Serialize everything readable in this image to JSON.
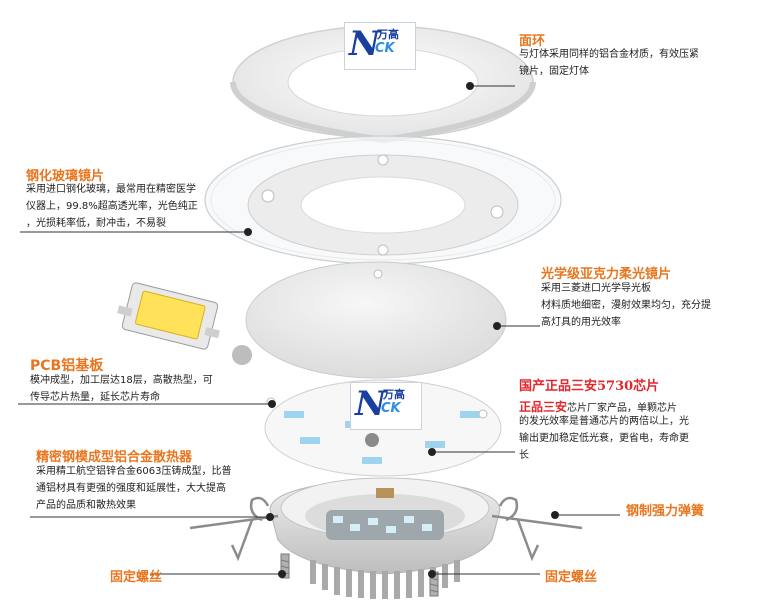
{
  "logo": {
    "brand_zh": "万高",
    "mark": "N",
    "sub": "CK"
  },
  "callouts": {
    "face_ring": {
      "title": "面环",
      "desc": "与灯体采用同样的铝合金材质，有效压紧\n镜片，固定灯体"
    },
    "glass_lens": {
      "title": "钢化玻璃镜片",
      "desc": "采用进口钢化玻璃，最常用在精密医学\n仪器上，99.8%超高透光率，光色纯正\n，光损耗率低，耐冲击，不易裂"
    },
    "acrylic_lens": {
      "title": "光学级亚克力柔光镜片",
      "desc": "采用三菱进口光学导光板\n材料质地细密，漫射效果均匀，充分提\n高灯具的用光效率"
    },
    "pcb": {
      "title": "PCB铝基板",
      "desc": "模冲成型，加工层达18层，高散热型，可\n传导芯片热量，延长芯片寿命"
    },
    "chip": {
      "title": "国产正品三安5730芯片",
      "title_inline": "正品三安",
      "desc_line1": "芯片厂家产品，单颗芯片",
      "desc_rest": "的发光效率是普通芯片的两倍以上，光\n输出更加稳定低光衰，更省电，寿命更\n长"
    },
    "heatsink": {
      "title": "精密钢模成型铝合金散热器",
      "desc": "采用精工航空铝锌合金6063压铸成型，比普\n通铝材具有更强的强度和延展性，大大提高\n产品的品质和散热效果"
    },
    "spring": {
      "title": "钢制强力弹簧"
    },
    "screw_left": {
      "title": "固定螺丝"
    },
    "screw_right": {
      "title": "固定螺丝"
    }
  },
  "colors": {
    "accent_orange": "#e8761f",
    "chip_red": "#e3262b",
    "logo_blue": "#1b3fa0",
    "line": "#333333"
  },
  "icons": [
    "led-chip-image",
    "face-ring",
    "glass-lens",
    "acrylic-lens",
    "pcb-board",
    "heatsink",
    "spring",
    "screw"
  ]
}
